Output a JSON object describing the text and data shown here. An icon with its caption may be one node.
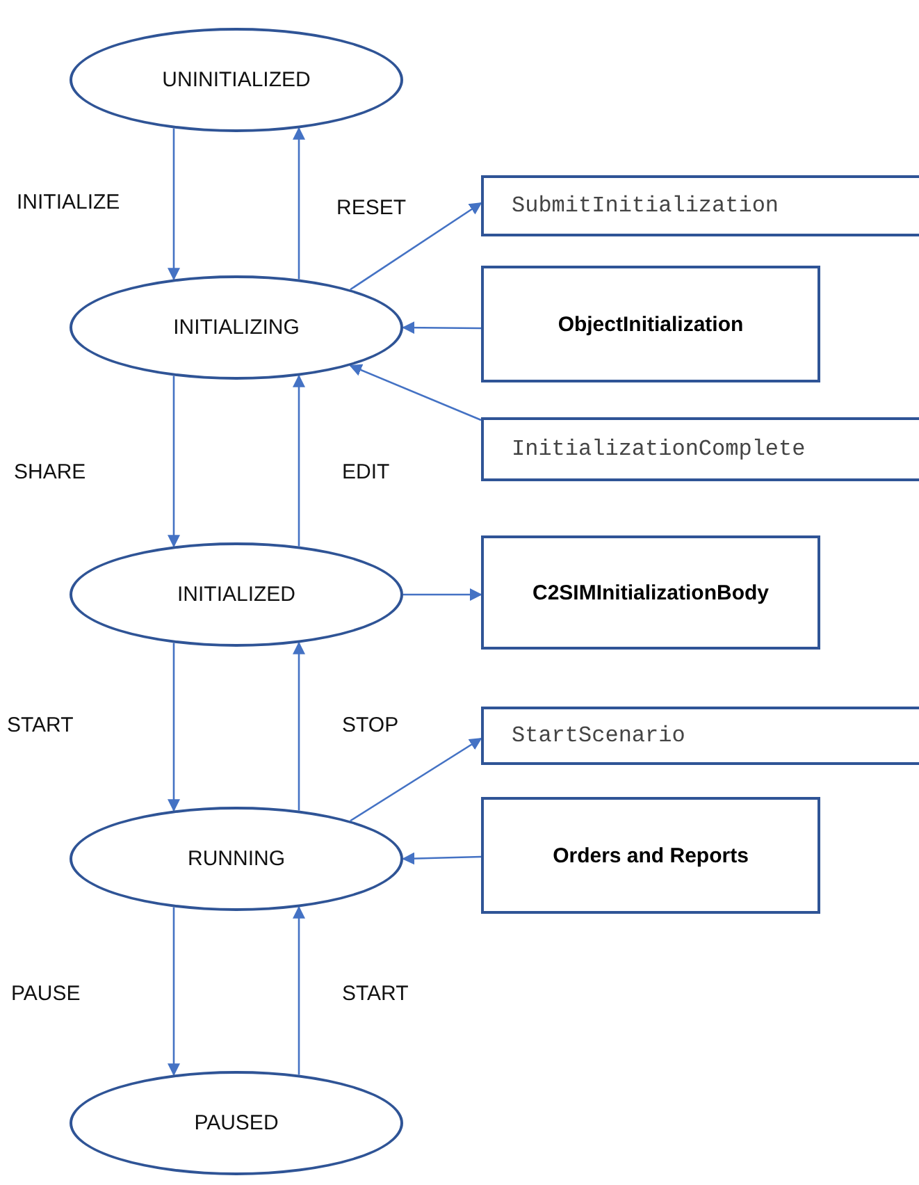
{
  "diagram": {
    "nodes": [
      {
        "text": [
          "UNINITIALIZED"
        ]
      },
      {
        "text": [
          "INITIALIZING"
        ]
      },
      {
        "text": [
          "INITIALIZED"
        ]
      },
      {
        "text": [
          "RUNNING"
        ]
      },
      {
        "text": [
          "PAUSED"
        ]
      },
      {
        "text": [
          "SubmitInitialization"
        ]
      },
      {
        "text": [
          "ObjectInitialization"
        ]
      },
      {
        "text": [
          "InitializationComplete"
        ]
      },
      {
        "text": [
          "C2SIMInitializationBody"
        ]
      },
      {
        "text": [
          "StartScenario"
        ]
      },
      {
        "text": [
          "Orders and Reports"
        ]
      }
    ],
    "edges": [
      {
        "from": 0,
        "to": 1,
        "arrow": "to",
        "label": "INITIALIZE"
      },
      {
        "from": 1,
        "to": 0,
        "arrow": "to",
        "label": "RESET"
      },
      {
        "from": 1,
        "to": 5,
        "arrow": "to"
      },
      {
        "from": 6,
        "to": 1,
        "arrow": "to"
      },
      {
        "from": 7,
        "to": 1,
        "arrow": "to"
      },
      {
        "from": 1,
        "to": 2,
        "arrow": "to",
        "label": "SHARE"
      },
      {
        "from": 2,
        "to": 1,
        "arrow": "to",
        "label": "EDIT"
      },
      {
        "from": 2,
        "to": 8,
        "arrow": "to"
      },
      {
        "from": 2,
        "to": 3,
        "arrow": "to",
        "label": "START"
      },
      {
        "from": 3,
        "to": 2,
        "arrow": "to",
        "label": "STOP"
      },
      {
        "from": 3,
        "to": 9,
        "arrow": "to"
      },
      {
        "from": 10,
        "to": 3,
        "arrow": "to"
      },
      {
        "from": 3,
        "to": 4,
        "arrow": "to",
        "label": "PAUSE"
      },
      {
        "from": 4,
        "to": 3,
        "arrow": "to",
        "label": "START"
      }
    ]
  }
}
